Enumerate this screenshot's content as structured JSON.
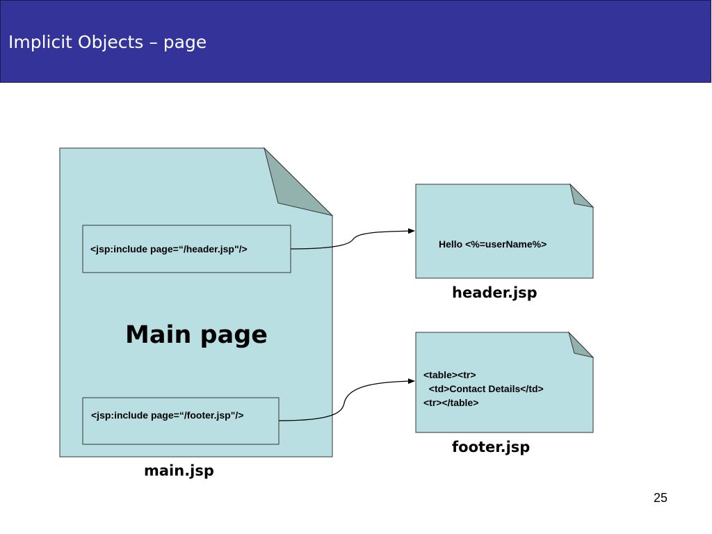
{
  "header": {
    "title": "Implicit Objects – page"
  },
  "main_doc": {
    "title": "Main page",
    "file_label": "main.jsp",
    "include_header": "<jsp:include page=“/header.jsp\"/>",
    "include_footer": "<jsp:include page=“/footer.jsp\"/>"
  },
  "header_doc": {
    "content": "Hello <%=userName%>",
    "file_label": "header.jsp"
  },
  "footer_doc": {
    "line1": "<table><tr>",
    "line2": "  <td>Contact Details</td>",
    "line3": "<tr></table>",
    "file_label": "footer.jsp"
  },
  "slide_number": "25",
  "colors": {
    "title_bar": "#343399",
    "document_fill": "#b9dfe3",
    "fold_fill": "#93b1ad"
  }
}
